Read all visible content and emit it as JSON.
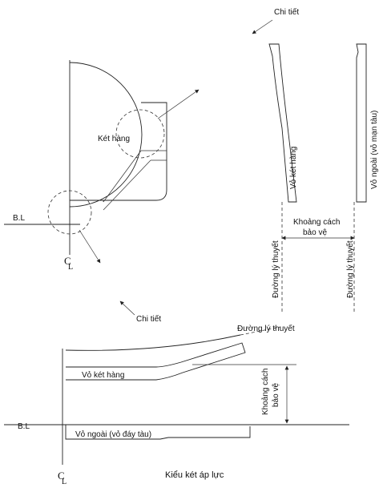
{
  "labels": {
    "chi_tiet_top": "Chi tiết",
    "chi_tiet_mid": "Chi tiết",
    "ket_hang": "Két hàng",
    "bl_top": "B.L",
    "bl_bottom": "B.L",
    "cl_top": "CL",
    "cl_bottom": "CL",
    "vo_ket_hang_vertical": "Vỏ két hàng",
    "vo_ngoai_vertical": "Vỏ ngoài (vỏ mạn tàu)",
    "khoang_cach_line1": "Khoảng cách",
    "khoang_cach_line2": "bảo vệ",
    "duong_ly_thuyet_left": "Đường lý thuyết",
    "duong_ly_thuyet_right": "Đường lý thuyết",
    "duong_ly_thuyet_horizontal": "Đường lý thuyết",
    "vo_ket_hang_horizontal": "Vỏ két hàng",
    "khoang_cach_vertical_line1": "Khoảng cách",
    "khoang_cach_vertical_line2": "bảo vệ",
    "vo_ngoai_horizontal": "Vỏ ngoài (vỏ đáy tàu)",
    "caption": "Kiểu két áp lực"
  }
}
